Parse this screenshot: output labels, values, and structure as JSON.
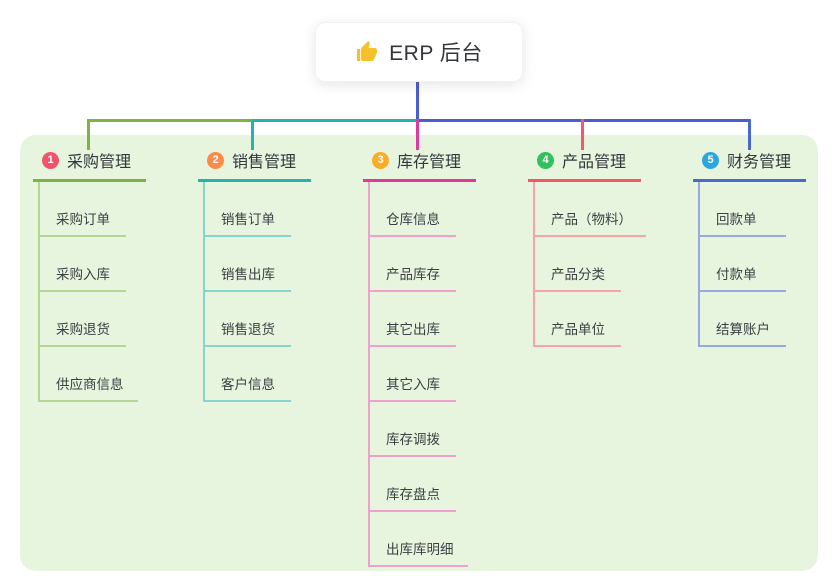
{
  "root": {
    "label": "ERP 后台",
    "icon": "thumbs-up-icon",
    "icon_color": "#f5c02a"
  },
  "canvas": {
    "page_bg": "#ffffff",
    "panel_bg": "#e7f5df",
    "connector_blue": "#4a5ed2",
    "text_color": "#33363a"
  },
  "branches": [
    {
      "number": "1",
      "label": "采购管理",
      "badge_color": "#f3536a",
      "line_color": "#7cb342",
      "child_line_color": "#b3d692",
      "children": [
        "采购订单",
        "采购入库",
        "采购退货",
        "供应商信息"
      ]
    },
    {
      "number": "2",
      "label": "销售管理",
      "badge_color": "#fb8b4b",
      "line_color": "#24b4ac",
      "child_line_color": "#85d5ce",
      "children": [
        "销售订单",
        "销售出库",
        "销售退货",
        "客户信息"
      ]
    },
    {
      "number": "3",
      "label": "库存管理",
      "badge_color": "#fbab26",
      "line_color": "#dd3a9e",
      "child_line_color": "#f0a0cd",
      "children": [
        "仓库信息",
        "产品库存",
        "其它出库",
        "其它入库",
        "库存调拨",
        "库存盘点",
        "出库库明细"
      ]
    },
    {
      "number": "4",
      "label": "产品管理",
      "badge_color": "#33c05e",
      "line_color": "#f2586a",
      "child_line_color": "#f7a3aa",
      "children": [
        "产品（物料）",
        "产品分类",
        "产品单位"
      ]
    },
    {
      "number": "5",
      "label": "财务管理",
      "badge_color": "#2ba6e2",
      "line_color": "#4a68cd",
      "child_line_color": "#98a9e2",
      "children": [
        "回款单",
        "付款单",
        "结算账户"
      ]
    }
  ]
}
